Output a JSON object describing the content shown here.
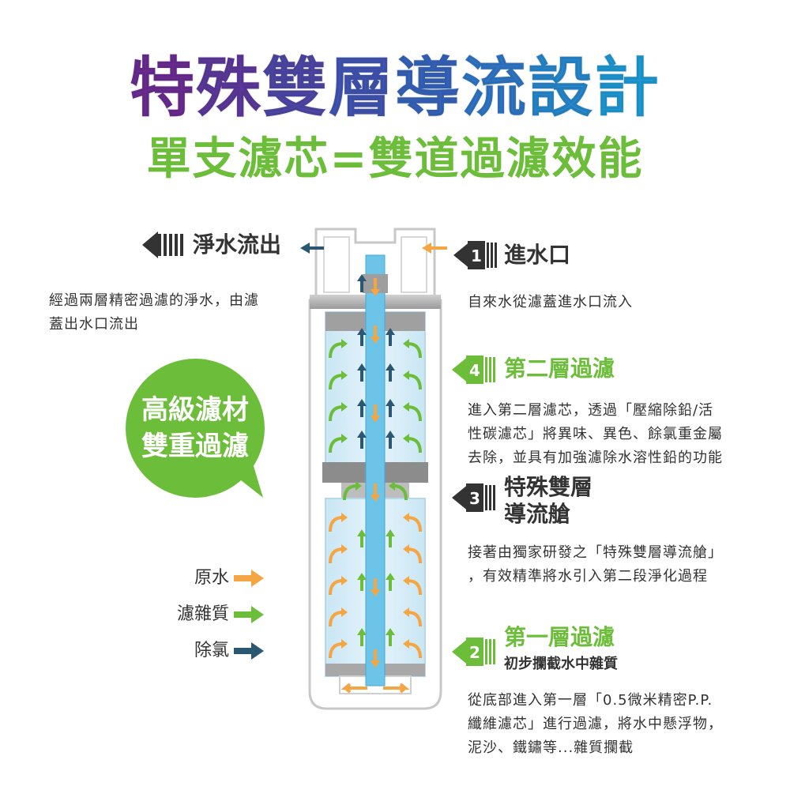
{
  "title": "特殊雙層導流設計",
  "subtitle": "單支濾芯=雙道過濾效能",
  "colors": {
    "title_gradient": [
      "#6a2c91",
      "#3a5bb8",
      "#1e9ad6"
    ],
    "green": "#6cbe3a",
    "orange": "#f5a542",
    "navy": "#2a5872",
    "core_blue": "#6cc4e8",
    "dark": "#333333"
  },
  "outlet": {
    "label": "淨水流出",
    "description": "經過兩層精密過濾的淨水，由濾蓋出水口流出",
    "lines": [
      "經過兩層精密過濾的淨水，由濾",
      "蓋出水口流出"
    ]
  },
  "bubble": {
    "lines": [
      "高級濾材",
      "雙重過濾"
    ]
  },
  "legend": [
    {
      "label": "原水",
      "color": "#f5a542"
    },
    {
      "label": "濾雜質",
      "color": "#6cbe3a"
    },
    {
      "label": "除氯",
      "color": "#2a5872"
    }
  ],
  "steps": [
    {
      "number": "1",
      "title": "進水口",
      "lines": [
        "自來水從濾蓋進水口流入"
      ]
    },
    {
      "number": "4",
      "title": "第二層過濾",
      "lines": [
        "進入第二層濾芯，透過「壓縮除鉛/活",
        "性碳濾芯」將異味、異色、餘氯重金屬",
        "去除，並具有加強濾除水溶性鉛的功能"
      ]
    },
    {
      "number": "3",
      "title_lines": [
        "特殊雙層",
        "導流艙"
      ],
      "lines": [
        "接著由獨家研發之「特殊雙層導流艙」",
        "，有效精準將水引入第二段淨化過程"
      ]
    },
    {
      "number": "2",
      "title": "第一層過濾",
      "subtitle": "初步攔截水中雜質",
      "lines": [
        "從底部進入第一層「0.5微米精密P.P.",
        "纖維濾芯」進行過濾，將水中懸浮物，",
        "泥沙、鐵鏽等...雜質攔截"
      ]
    }
  ]
}
